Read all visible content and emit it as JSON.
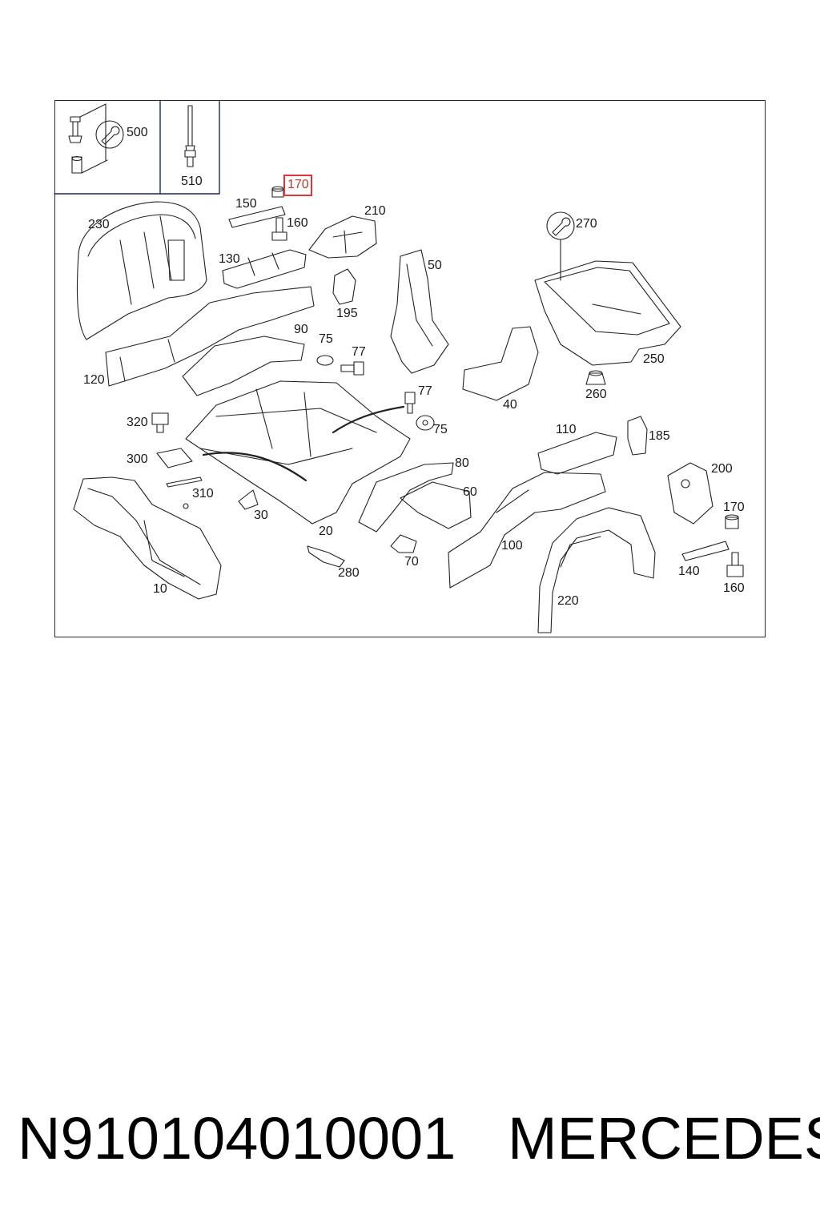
{
  "callouts": {
    "c500": "500",
    "c510": "510",
    "c170_top": "170",
    "c150": "150",
    "c160_top": "160",
    "c210": "210",
    "c230": "230",
    "c270": "270",
    "c130": "130",
    "c50": "50",
    "c195": "195",
    "c90": "90",
    "c75_a": "75",
    "c77_a": "77",
    "c120": "120",
    "c250": "250",
    "c260": "260",
    "c40": "40",
    "c77_b": "77",
    "c75_b": "75",
    "c320": "320",
    "c110": "110",
    "c185": "185",
    "c300": "300",
    "c80": "80",
    "c200": "200",
    "c310": "310",
    "c60": "60",
    "c170_bot": "170",
    "c30": "30",
    "c20": "20",
    "c100": "100",
    "c70": "70",
    "c280": "280",
    "c140": "140",
    "c220": "220",
    "c10": "10",
    "c160_bot": "160"
  },
  "highlight_color": "#d9363e",
  "footer": {
    "part_number": "N910104010001",
    "brand": "MERCEDES"
  }
}
